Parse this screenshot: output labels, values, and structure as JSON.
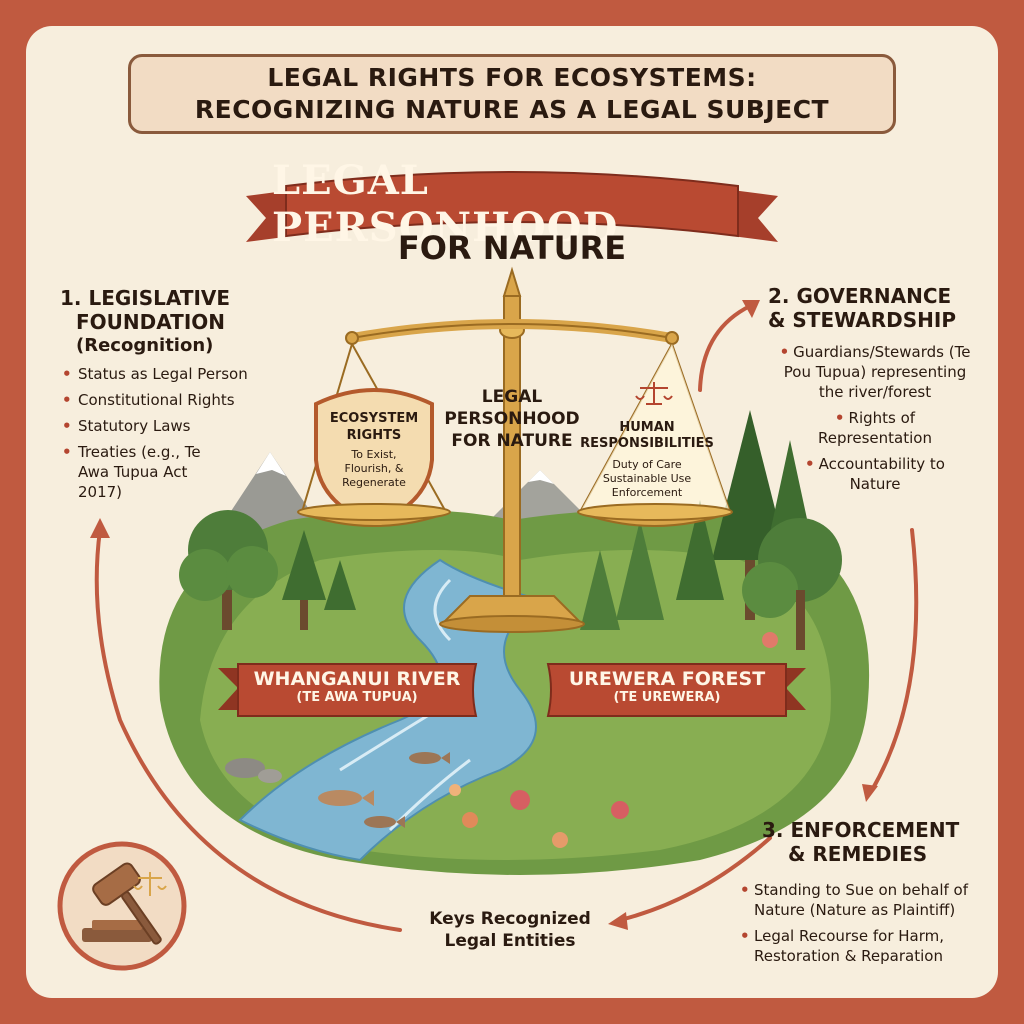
{
  "title": {
    "line1": "LEGAL RIGHTS FOR ECOSYSTEMS:",
    "line2": "RECOGNIZING NATURE AS A LEGAL SUBJECT"
  },
  "banner": {
    "main": "LEGAL PERSONHOOD",
    "sub": "FOR NATURE"
  },
  "scale": {
    "center_line1": "LEGAL",
    "center_line2": "PERSONHOOD",
    "center_line3": "FOR NATURE",
    "left_title_line1": "ECOSYSTEM",
    "left_title_line2": "RIGHTS",
    "left_sub_line1": "To Exist,",
    "left_sub_line2": "Flourish, &",
    "left_sub_line3": "Regenerate",
    "right_title_line1": "HUMAN",
    "right_title_line2": "RESPONSIBILITIES",
    "right_sub_line1": "Duty of Care",
    "right_sub_line2": "Sustainable Use",
    "right_sub_line3": "Enforcement"
  },
  "section1": {
    "title_line1": "1. LEGISLATIVE",
    "title_line2": "FOUNDATION",
    "title_line3": "(Recognition)",
    "items": [
      "Status as Legal Person",
      "Constitutional Rights",
      "Statutory Laws",
      "Treaties (e.g., Te Awa Tupua Act 2017)"
    ]
  },
  "section2": {
    "title_line1": "2. GOVERNANCE",
    "title_line2": "& STEWARDSHIP",
    "items": [
      "Guardians/Stewards (Te Pou Tupua) representing the river/forest",
      "Rights of Representation",
      "Accountability to Nature"
    ]
  },
  "section3": {
    "title_line1": "3. ENFORCEMENT",
    "title_line2": "& REMEDIES",
    "items": [
      "Standing to Sue on behalf of Nature (Nature as Plaintiff)",
      "Legal Recourse for Harm, Restoration & Reparation"
    ]
  },
  "river_ribbon": {
    "main": "WHANGANUI RIVER",
    "sub": "(TE AWA TUPUA)"
  },
  "forest_ribbon": {
    "main": "UREWERA FOREST",
    "sub": "(TE UREWERA)"
  },
  "keys": {
    "line1": "Keys Recognized",
    "line2": "Legal Entities"
  },
  "colors": {
    "frame": "#c05a40",
    "paper": "#f7eedd",
    "ribbon": "#b94a32",
    "gold": "#d9a54a",
    "arrow": "#c05a40",
    "forest": "#4e7d3a",
    "river": "#7fb6d2"
  },
  "icons": [
    "scales-icon",
    "gavel-icon",
    "shield-icon",
    "fish-icon",
    "tree-icon",
    "flower-icon"
  ]
}
